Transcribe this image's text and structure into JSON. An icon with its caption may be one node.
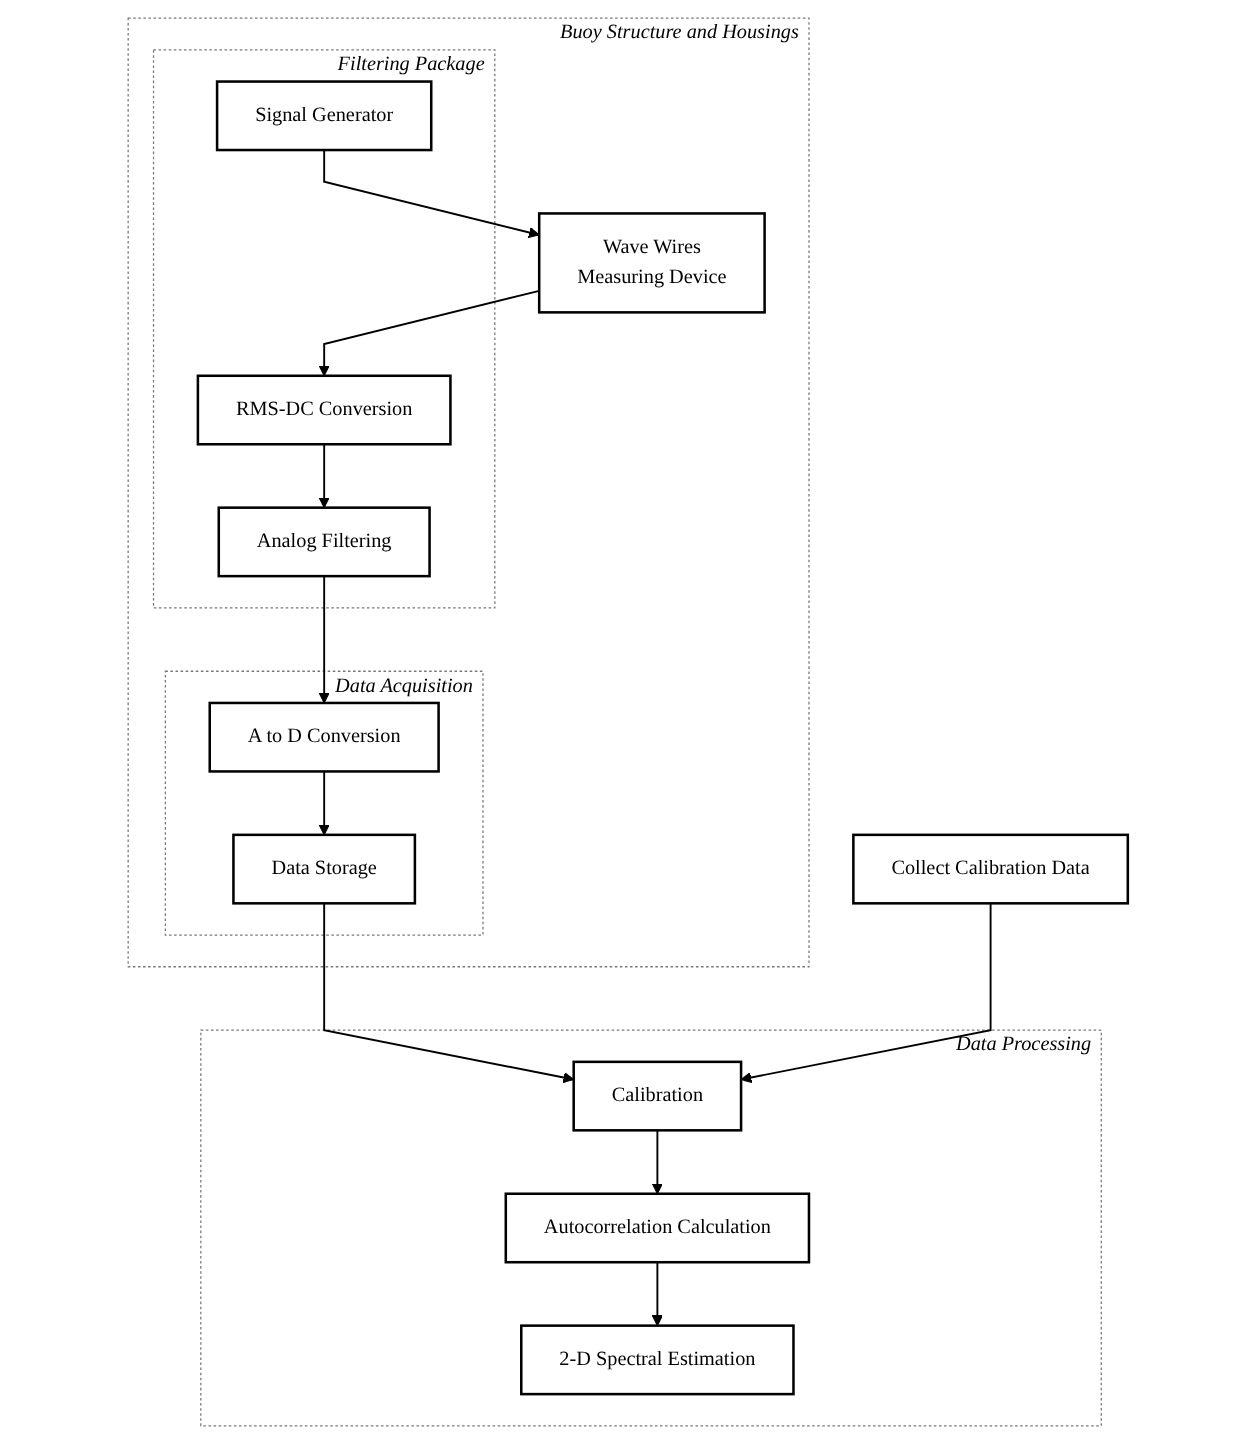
{
  "diagram": {
    "nodes": [
      {
        "text": [
          "Buoy Structure and Housings"
        ]
      },
      {
        "text": [
          "Filtering Package"
        ],
        "in": 0
      },
      {
        "text": [
          "Signal Generator"
        ],
        "in": 1
      },
      {
        "text": [
          "RMS-DC Conversion"
        ],
        "in": 1
      },
      {
        "text": [
          "Analog Filtering"
        ],
        "in": 1
      },
      {
        "text": [
          "Wave Wires",
          "Measuring Device"
        ],
        "in": 0
      },
      {
        "text": [
          "Data Acquisition"
        ],
        "in": 0
      },
      {
        "text": [
          "A to D Conversion"
        ],
        "in": 6
      },
      {
        "text": [
          "Data Storage"
        ],
        "in": 6
      },
      {
        "text": [
          "Data Processing"
        ]
      },
      {
        "text": [
          "Calibration"
        ],
        "in": 9
      },
      {
        "text": [
          "Autocorrelation Calculation"
        ],
        "in": 9
      },
      {
        "text": [
          "2-D Spectral Estimation"
        ],
        "in": 9
      },
      {
        "text": [
          "Collect Calibration Data"
        ]
      }
    ],
    "edges": [
      {
        "from": 2,
        "to": 5,
        "arrow": "to"
      },
      {
        "from": 5,
        "to": 3,
        "arrow": "to"
      },
      {
        "from": 3,
        "to": 4,
        "arrow": "to"
      },
      {
        "from": 4,
        "to": 7,
        "arrow": "to"
      },
      {
        "from": 7,
        "to": 8,
        "arrow": "to"
      },
      {
        "from": 8,
        "to": 10,
        "arrow": "to"
      },
      {
        "from": 10,
        "to": 11,
        "arrow": "to"
      },
      {
        "from": 11,
        "to": 12,
        "arrow": "to"
      },
      {
        "from": 13,
        "to": 10,
        "arrow": "to"
      }
    ]
  }
}
